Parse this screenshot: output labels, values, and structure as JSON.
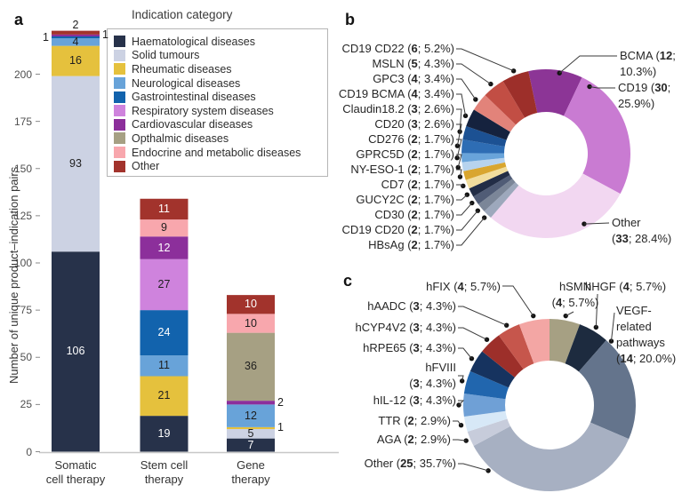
{
  "figure": {
    "panels": {
      "a": "a",
      "b": "b",
      "c": "c"
    }
  },
  "chart_data": [
    {
      "id": "panel-a",
      "type": "bar",
      "stacked": true,
      "legend_title": "Indication category",
      "ylabel": "Number of unique product–indication pairs",
      "categories": [
        [
          "Somatic",
          "cell therapy"
        ],
        [
          "Stem cell",
          "therapy"
        ],
        [
          "Gene",
          "therapy"
        ]
      ],
      "yticks": [
        0,
        25,
        50,
        75,
        100,
        125,
        150,
        175,
        200
      ],
      "ylim": [
        0,
        225
      ],
      "legend_position": "top-right-inside",
      "series": [
        {
          "name": "Haematological diseases",
          "color": "#27324a",
          "values": [
            106,
            19,
            7
          ]
        },
        {
          "name": "Solid tumours",
          "color": "#ccd2e3",
          "values": [
            93,
            0,
            5
          ]
        },
        {
          "name": "Rheumatic diseases",
          "color": "#e5c13d",
          "values": [
            16,
            21,
            1
          ]
        },
        {
          "name": "Neurological diseases",
          "color": "#68a3d9",
          "values": [
            4,
            11,
            12
          ]
        },
        {
          "name": "Gastrointestinal diseases",
          "color": "#1263ad",
          "values": [
            1,
            24,
            0
          ]
        },
        {
          "name": "Respiratory system diseases",
          "color": "#cf83dd",
          "values": [
            0,
            27,
            0
          ]
        },
        {
          "name": "Cardiovascular diseases",
          "color": "#8c2f9b",
          "values": [
            1,
            12,
            2
          ]
        },
        {
          "name": "Opthalmic diseases",
          "color": "#a6a083",
          "values": [
            0,
            0,
            36
          ]
        },
        {
          "name": "Endocrine and metabolic diseases",
          "color": "#f8a7ad",
          "values": [
            0,
            9,
            10
          ]
        },
        {
          "name": "Other",
          "color": "#a2332c",
          "values": [
            2,
            11,
            10
          ]
        }
      ]
    },
    {
      "id": "panel-b",
      "type": "donut",
      "slices": [
        {
          "name": "BCMA",
          "count": 12,
          "pct": "10.3%",
          "color": "#8c3596"
        },
        {
          "name": "CD19",
          "count": 30,
          "pct": "25.9%",
          "color": "#c97bd2"
        },
        {
          "name": "Other",
          "count": 33,
          "pct": "28.4%",
          "color": "#f2d7f1"
        },
        {
          "name": "HBsAg",
          "count": 2,
          "pct": "1.7%",
          "color": "#9da8bc"
        },
        {
          "name": "CD19 CD20",
          "count": 2,
          "pct": "1.7%",
          "color": "#7b8698"
        },
        {
          "name": "CD30",
          "count": 2,
          "pct": "1.7%",
          "color": "#505c76"
        },
        {
          "name": "GUCY2C",
          "count": 2,
          "pct": "1.7%",
          "color": "#222d46"
        },
        {
          "name": "CD7",
          "count": 2,
          "pct": "1.7%",
          "color": "#f1dd9d"
        },
        {
          "name": "NY-ESO-1",
          "count": 2,
          "pct": "1.7%",
          "color": "#d9a62f"
        },
        {
          "name": "GPRC5D",
          "count": 2,
          "pct": "1.7%",
          "color": "#b7d3ee"
        },
        {
          "name": "CD276",
          "count": 2,
          "pct": "1.7%",
          "color": "#69a4da"
        },
        {
          "name": "CD20",
          "count": 3,
          "pct": "2.6%",
          "color": "#2e6db4"
        },
        {
          "name": "Claudin18.2",
          "count": 3,
          "pct": "2.6%",
          "color": "#1c5193"
        },
        {
          "name": "CD19 BCMA",
          "count": 4,
          "pct": "3.4%",
          "color": "#15223e"
        },
        {
          "name": "GPC3",
          "count": 4,
          "pct": "3.4%",
          "color": "#e2837a"
        },
        {
          "name": "MSLN",
          "count": 5,
          "pct": "4.3%",
          "color": "#c24e44"
        },
        {
          "name": "CD19 CD22",
          "count": 6,
          "pct": "5.2%",
          "color": "#9d2f2a"
        }
      ]
    },
    {
      "id": "panel-c",
      "type": "donut",
      "slices": [
        {
          "name": "hSMN",
          "count": 4,
          "pct": "5.7%",
          "color": "#a6a083"
        },
        {
          "name": "hHGF",
          "count": 4,
          "pct": "5.7%",
          "color": "#1d2b3f"
        },
        {
          "name": "VEGF-related pathways",
          "count": 14,
          "pct": "20.0%",
          "color": "#64748c"
        },
        {
          "name": "Other",
          "count": 25,
          "pct": "35.7%",
          "color": "#a7b0c2"
        },
        {
          "name": "AGA",
          "count": 2,
          "pct": "2.9%",
          "color": "#c7ccdb"
        },
        {
          "name": "TTR",
          "count": 2,
          "pct": "2.9%",
          "color": "#d7e8f7"
        },
        {
          "name": "hIL-12",
          "count": 3,
          "pct": "4.3%",
          "color": "#6fa0d6"
        },
        {
          "name": "hFVIII",
          "count": 3,
          "pct": "4.3%",
          "color": "#2166ae"
        },
        {
          "name": "hRPE65",
          "count": 3,
          "pct": "4.3%",
          "color": "#16335f"
        },
        {
          "name": "hCYP4V2",
          "count": 3,
          "pct": "4.3%",
          "color": "#9d2f2a"
        },
        {
          "name": "hAADC",
          "count": 3,
          "pct": "4.3%",
          "color": "#c6564c"
        },
        {
          "name": "hFIX",
          "count": 4,
          "pct": "5.7%",
          "color": "#f3a6a4"
        }
      ]
    }
  ]
}
